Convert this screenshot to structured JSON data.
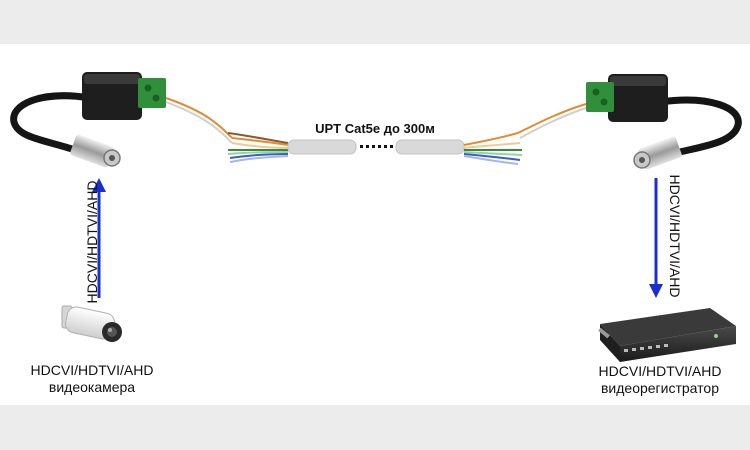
{
  "cable_label": "UPT Cat5e до 300м",
  "signal_left": "HDCVI/HDTVI/AHD",
  "signal_right": "HDCVI/HDTVI/AHD",
  "camera": {
    "line1": "HDCVI/HDTVI/AHD",
    "line2": "видеокамера"
  },
  "recorder": {
    "line1": "HDCVI/HDTVI/AHD",
    "line2": "видеорегистратор"
  },
  "colors": {
    "arrow": "#1a2fd0",
    "balun": "#1c1c1c",
    "terminal": "#2f8f3a",
    "cable": "#d9d9d9"
  }
}
